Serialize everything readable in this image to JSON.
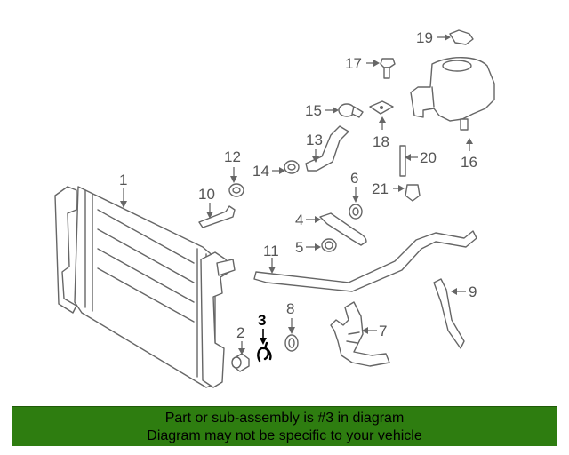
{
  "callouts": {
    "c1": "1",
    "c2": "2",
    "c3": "3",
    "c4": "4",
    "c5": "5",
    "c6": "6",
    "c7": "7",
    "c8": "8",
    "c9": "9",
    "c10": "10",
    "c11": "11",
    "c12": "12",
    "c13": "13",
    "c14": "14",
    "c15": "15",
    "c16": "16",
    "c17": "17",
    "c18": "18",
    "c19": "19",
    "c20": "20",
    "c21": "21"
  },
  "highlighted_part": "3",
  "banner": {
    "line1": "Part or sub-assembly is #3 in diagram",
    "line2": "Diagram may not be specific to your vehicle"
  },
  "colors": {
    "banner_bg": "#2e7d10",
    "line_art": "#666666",
    "highlight": "#000000"
  }
}
